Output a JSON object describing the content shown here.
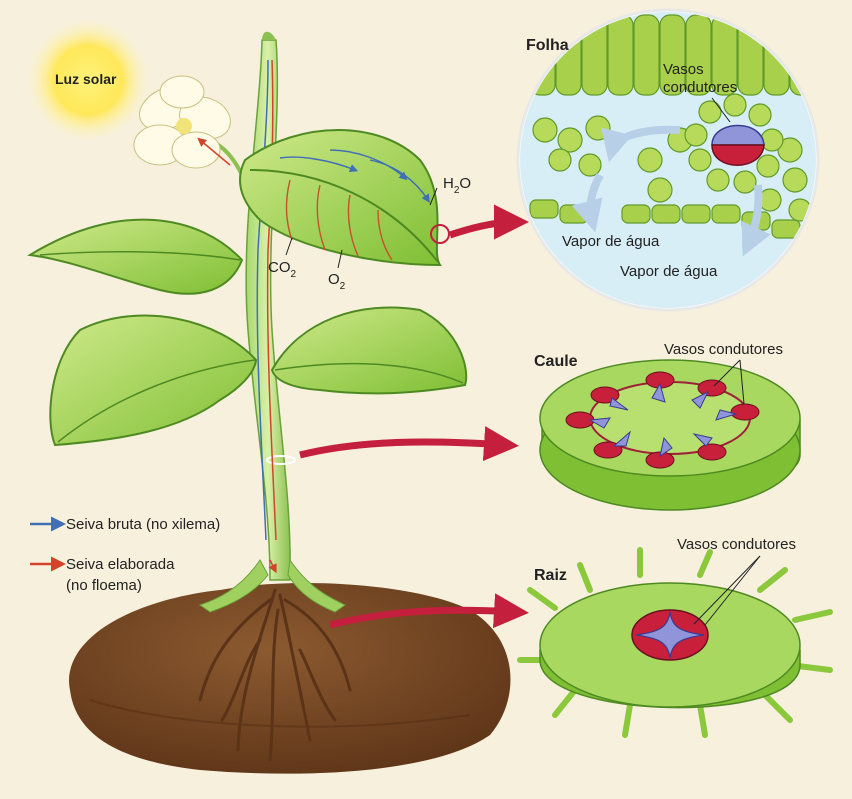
{
  "sun": {
    "label": "Luz solar"
  },
  "plant": {
    "h2o": {
      "base": "H",
      "sub": "2",
      "tail": "O"
    },
    "co2": {
      "base": "CO",
      "sub": "2"
    },
    "o2": {
      "base": "O",
      "sub": "2"
    }
  },
  "legend": {
    "bruta": "Seiva bruta (no xilema)",
    "elaborada_line1": "Seiva elaborada",
    "elaborada_line2": "(no floema)",
    "bruta_color": "#3f6fb5",
    "elaborada_color": "#d2452a"
  },
  "folha": {
    "title": "Folha",
    "vasos_line1": "Vasos",
    "vasos_line2": "condutores",
    "vapor1": "Vapor de água",
    "vapor2": "Vapor de água"
  },
  "caule": {
    "title": "Caule",
    "vasos": "Vasos condutores"
  },
  "raiz": {
    "title": "Raiz",
    "vasos": "Vasos condutores"
  },
  "colors": {
    "leaf": "#8cc83c",
    "cell_green": "#a8d04a",
    "xylem": "#8f95d8",
    "phloem": "#c8203a",
    "arrow": "#c41f3c",
    "soil": "#7a4a26"
  }
}
